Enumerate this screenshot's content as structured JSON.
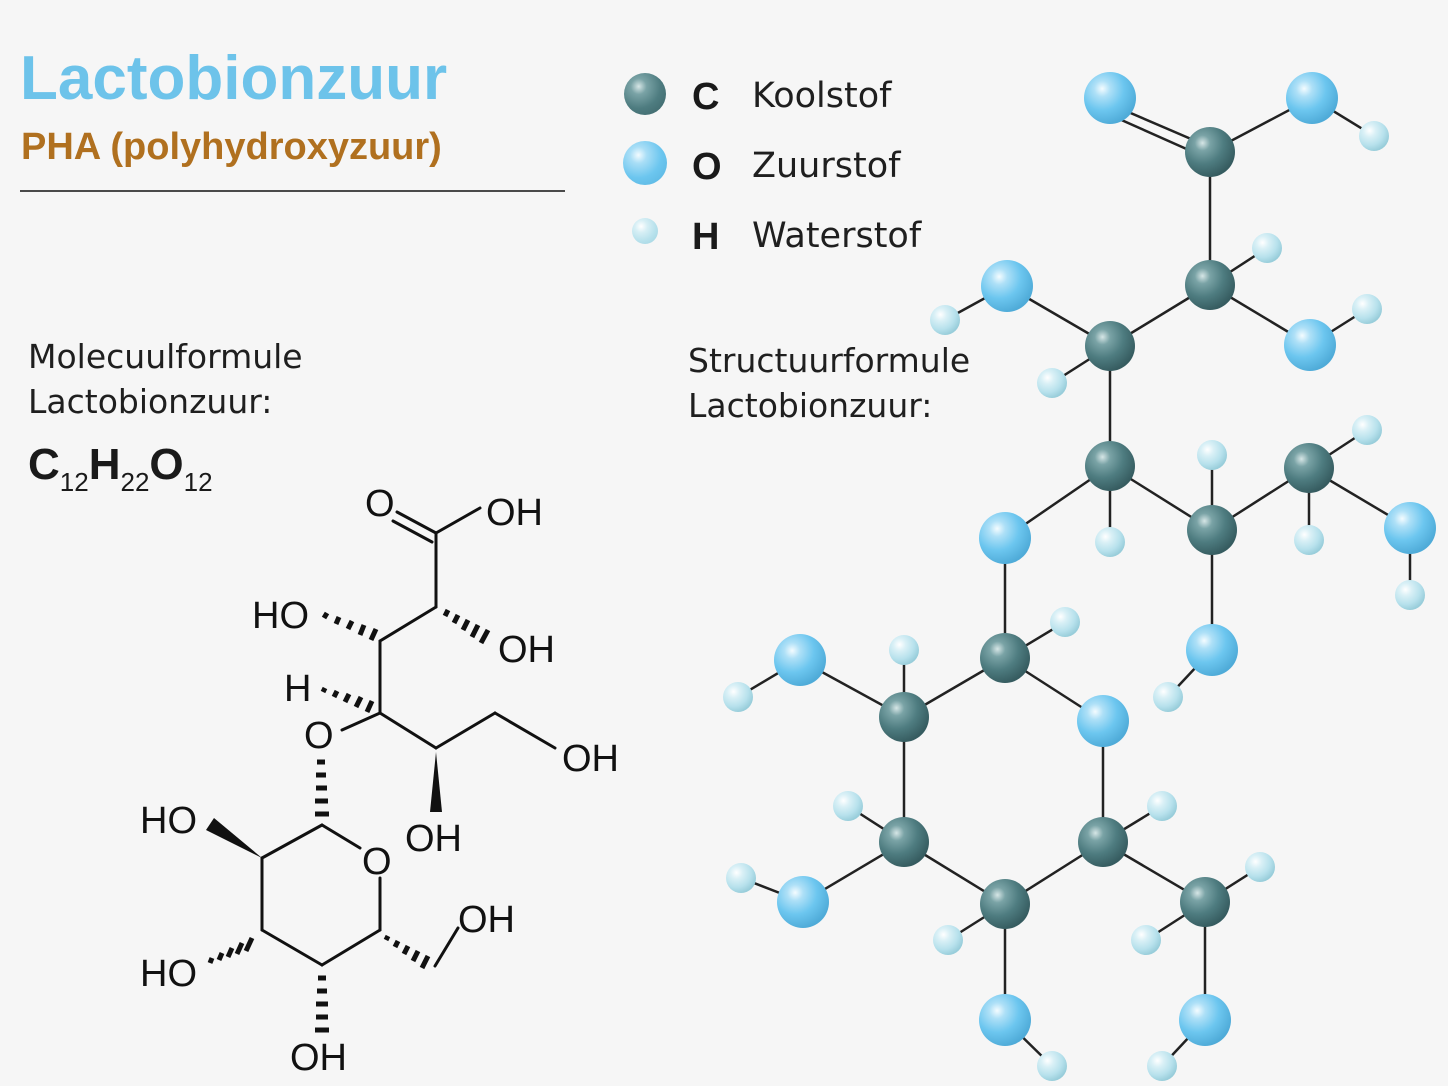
{
  "header": {
    "title": "Lactobionzuur",
    "subtitle": "PHA (polyhydroxyzuur)"
  },
  "legend": [
    {
      "symbol": "C",
      "name": "Koolstof",
      "color": "#4e7c80"
    },
    {
      "symbol": "O",
      "name": "Zuurstof",
      "color": "#6cc6ef"
    },
    {
      "symbol": "H",
      "name": "Waterstof",
      "color": "#b7e1ec"
    }
  ],
  "molecular": {
    "label_line1": "Molecuulformule",
    "label_line2": "Lactobionzuur:",
    "formula": {
      "C": "C",
      "c_count": "12",
      "H": "H",
      "h_count": "22",
      "O": "O",
      "o_count": "12"
    }
  },
  "structural": {
    "label_line1": "Structuurformule",
    "label_line2": "Lactobionzuur:"
  },
  "skeletal_labels": {
    "o_carbonyl": "O",
    "oh_acid": "OH",
    "ho_c2": "HO",
    "oh_c3": "OH",
    "h_c4": "H",
    "o_glyco": "O",
    "oh_ch2": "OH",
    "oh_c5": "OH",
    "ho_ring1": "HO",
    "o_ring": "O",
    "oh_ring_ch2": "OH",
    "ho_ring2": "HO",
    "oh_ring_bottom": "OH"
  }
}
